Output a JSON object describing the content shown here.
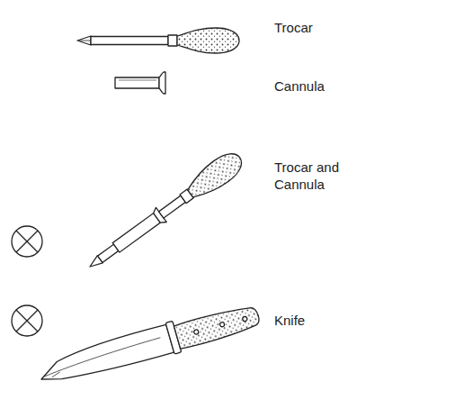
{
  "diagram": {
    "labels": [
      "Trocar",
      "Cannula",
      "Trocar and Cannula",
      "Knife"
    ]
  }
}
